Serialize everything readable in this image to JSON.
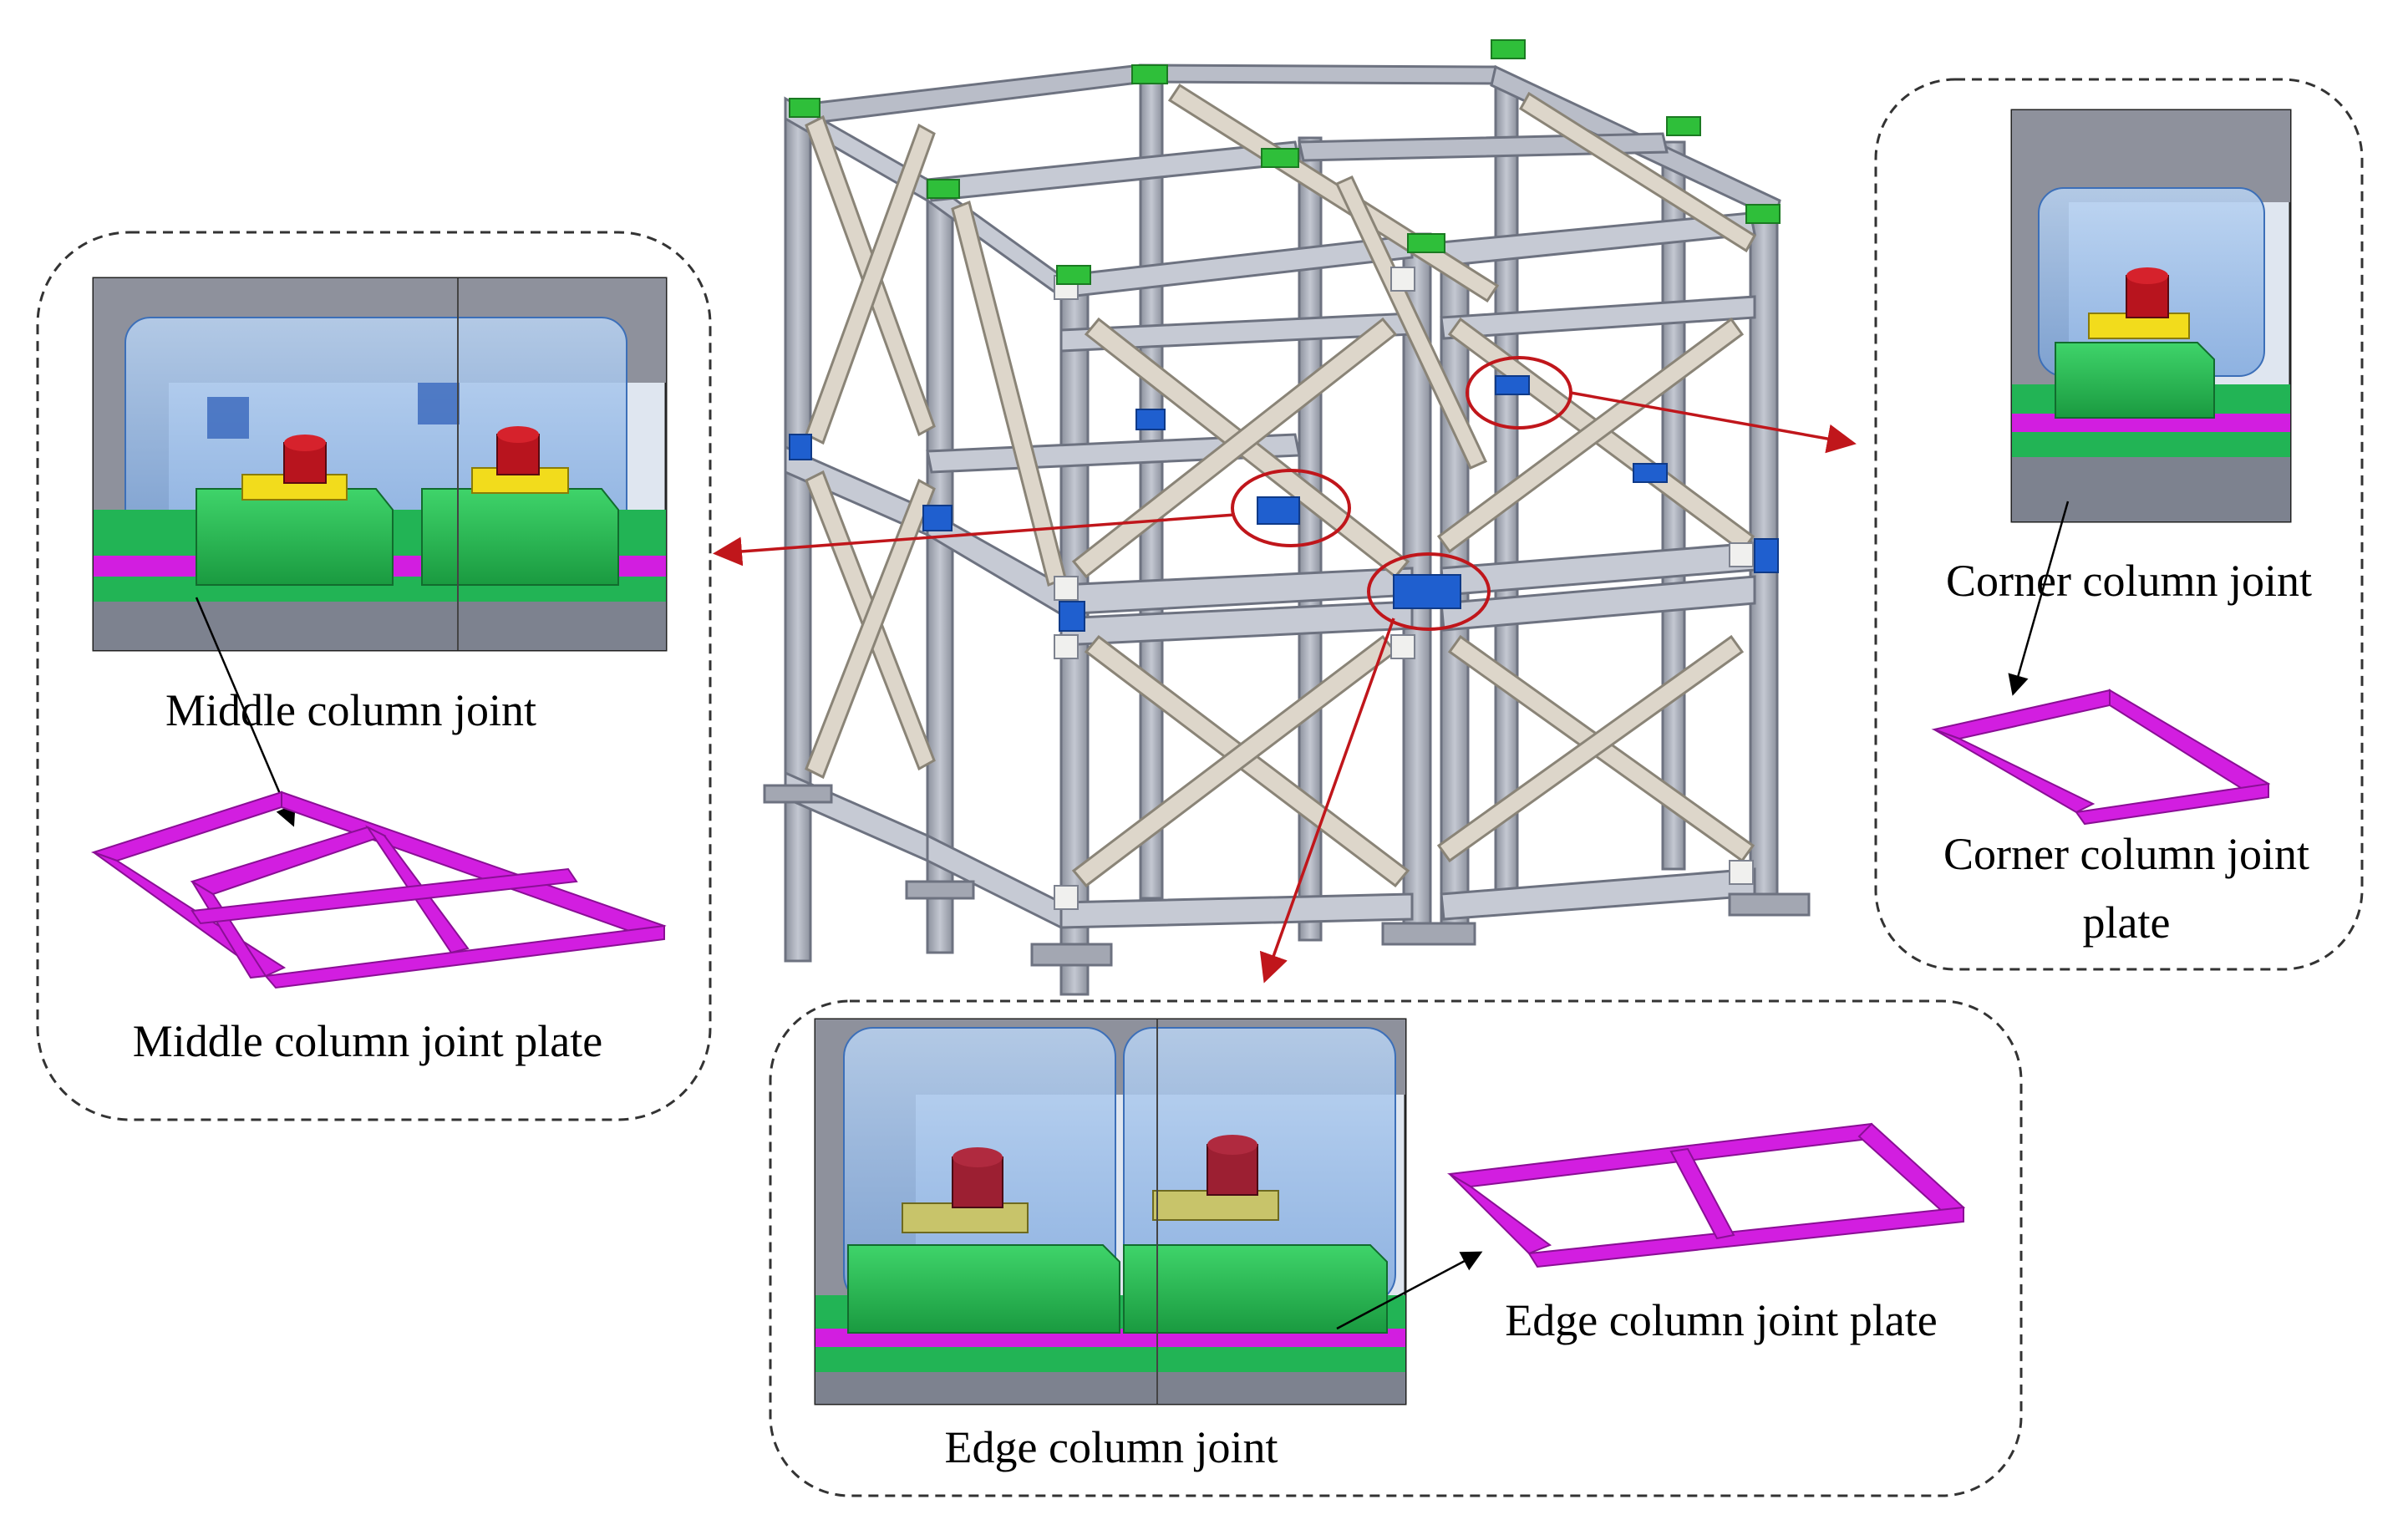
{
  "labels": {
    "middle_joint": "Middle column joint",
    "middle_plate": "Middle column joint plate",
    "corner_joint": "Corner column joint",
    "corner_plate_line1": "Corner column joint",
    "corner_plate_line2": "plate",
    "edge_joint": "Edge column joint",
    "edge_plate": "Edge column joint plate"
  },
  "colors": {
    "frame_steel": "#a9adb8",
    "frame_dark": "#7d828f",
    "brace": "#d9d3c8",
    "connector_green": "#2fbf3a",
    "connector_blue": "#1f5fcf",
    "highlight_red": "#c0161b",
    "plate_magenta": "#d21ee0",
    "rubber_green": "#22b455",
    "bolt_red": "#b8141e",
    "washer_yellow": "#f2dc1c",
    "glass_blue": "#8fb8e8",
    "callout_border": "#333333"
  }
}
